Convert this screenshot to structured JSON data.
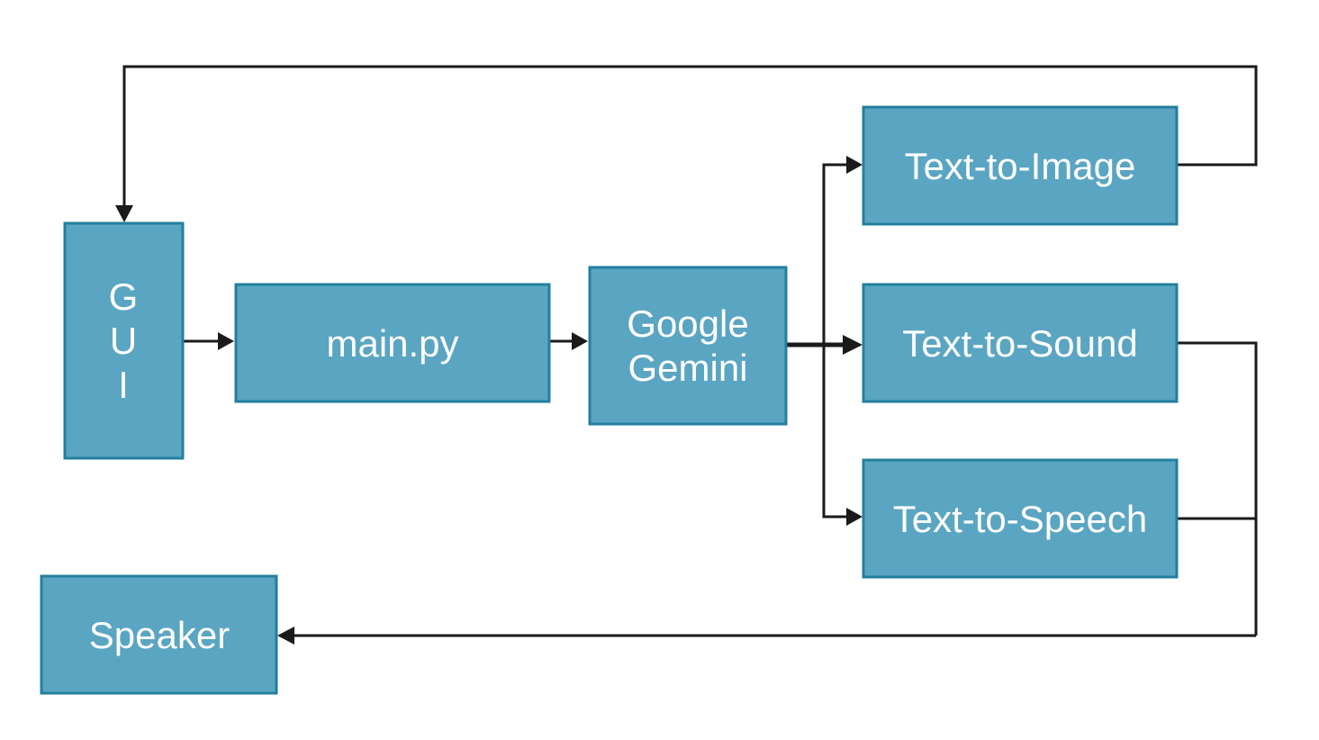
{
  "diagram": {
    "nodes": {
      "gui": {
        "letters": [
          "G",
          "U",
          "I"
        ]
      },
      "main_py": {
        "label": "main.py"
      },
      "gemini": {
        "lines": [
          "Google",
          "Gemini"
        ]
      },
      "text_to_image": {
        "label": "Text-to-Image"
      },
      "text_to_sound": {
        "label": "Text-to-Sound"
      },
      "text_to_speech": {
        "label": "Text-to-Speech"
      },
      "speaker": {
        "label": "Speaker"
      }
    },
    "edges": [
      {
        "from": "gui",
        "to": "main_py"
      },
      {
        "from": "main_py",
        "to": "gemini"
      },
      {
        "from": "gemini",
        "to": "text_to_image"
      },
      {
        "from": "gemini",
        "to": "text_to_sound"
      },
      {
        "from": "gemini",
        "to": "text_to_speech"
      },
      {
        "from": "text_to_image",
        "to": "gui"
      },
      {
        "from": "text_to_sound",
        "to": "speaker"
      },
      {
        "from": "text_to_speech",
        "to": "speaker"
      }
    ],
    "colors": {
      "box_fill": "#5aa5c2",
      "box_border": "#237f9e",
      "text": "#ffffff",
      "connector": "#1a1a1a"
    }
  }
}
